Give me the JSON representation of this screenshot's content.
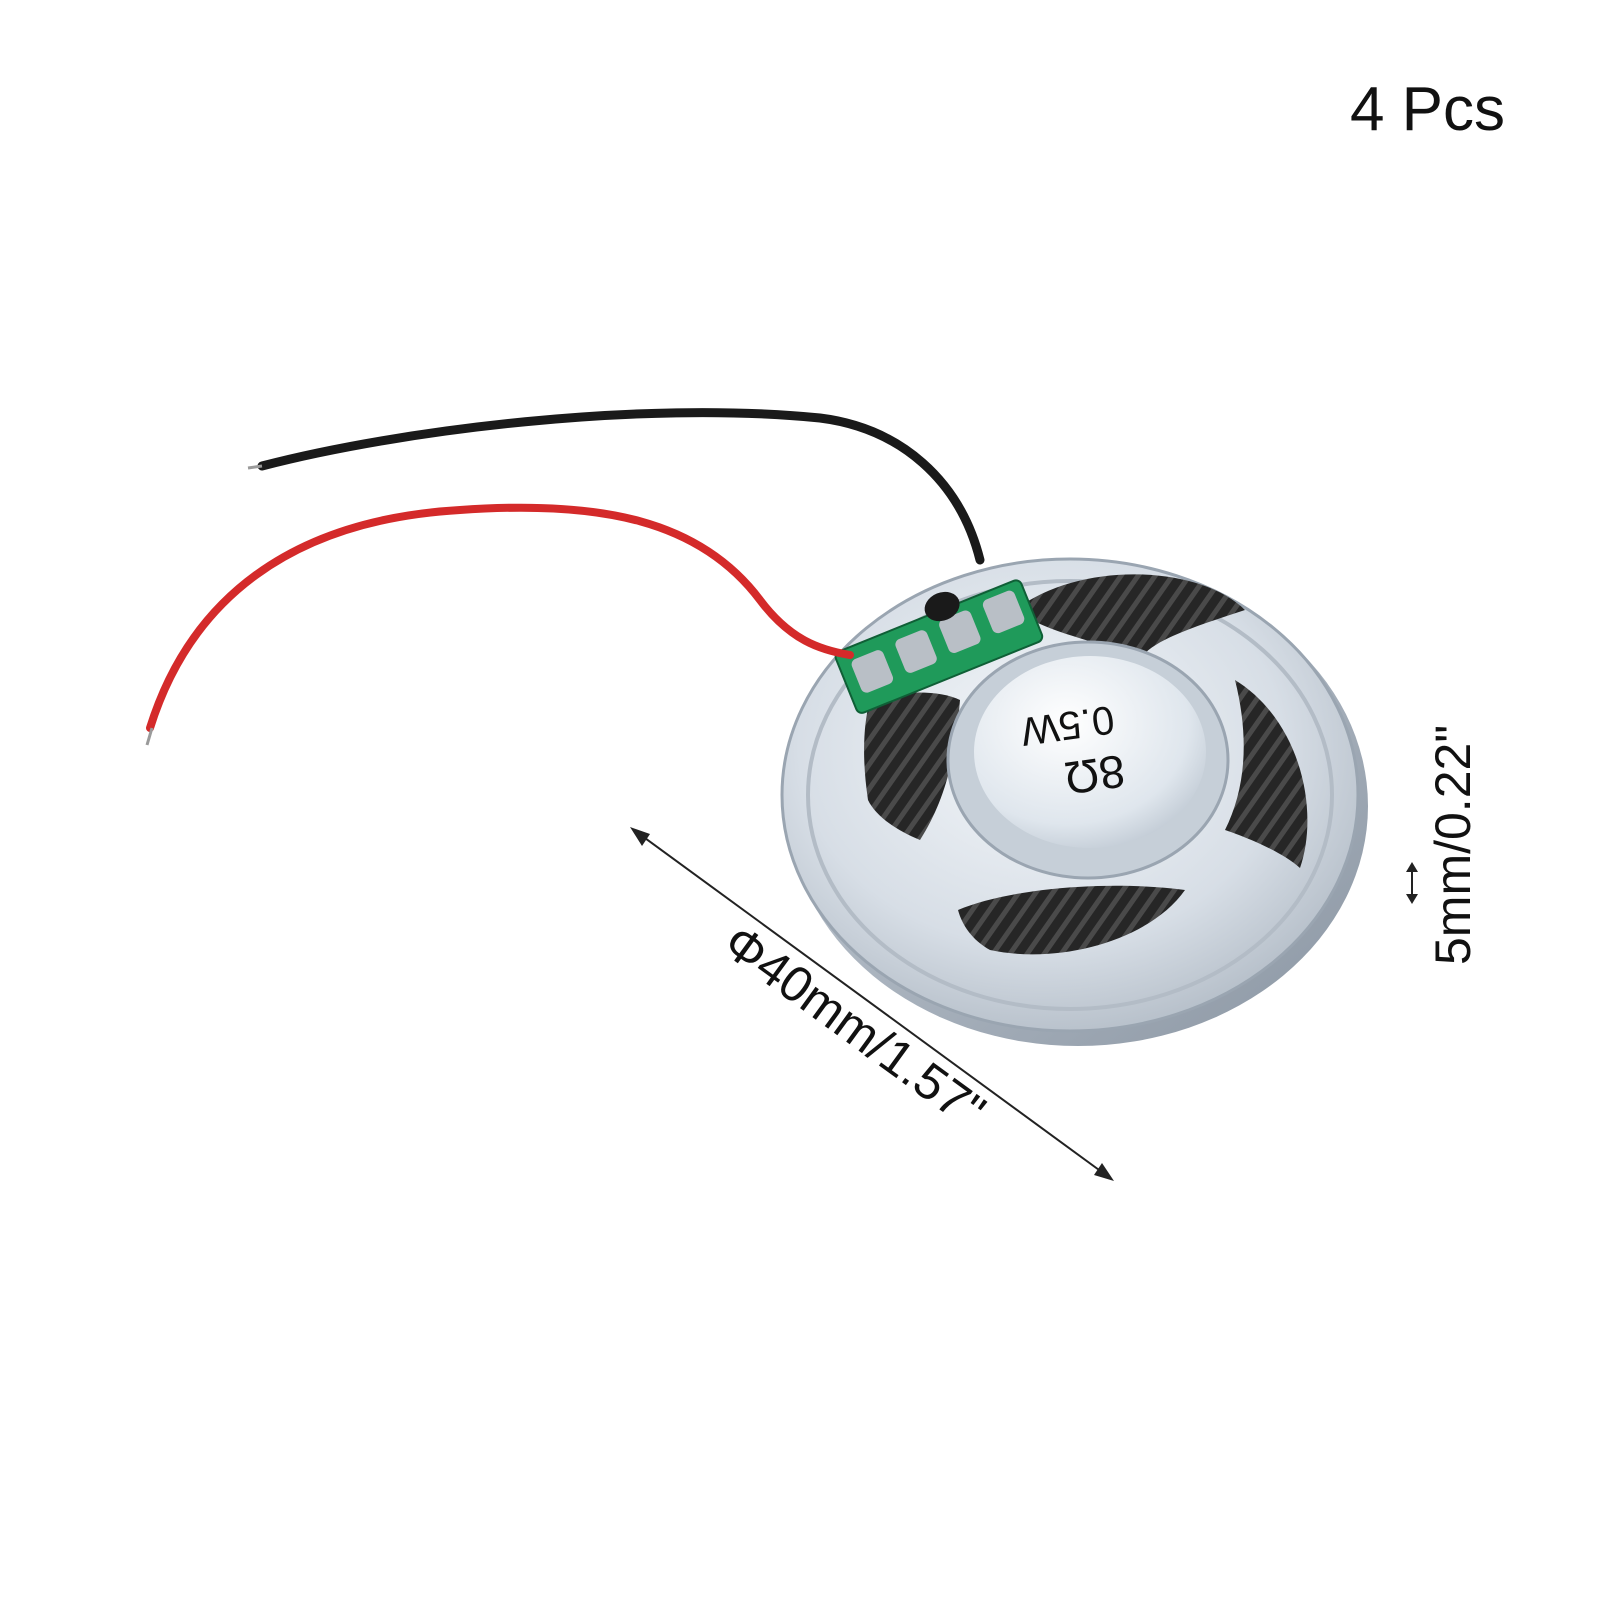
{
  "product": {
    "quantity_label": "4 Pcs",
    "marking_line1": "8Ω",
    "marking_line2": "0.5W"
  },
  "dimensions": {
    "diameter_label": "Φ40mm/1.57\"",
    "thickness_label": "5mm/0.22\""
  },
  "colors": {
    "background": "#ffffff",
    "wire_black": "#1a1a1a",
    "wire_red": "#d42a2a",
    "pcb": "#1f9a5a",
    "metal_frame": "#d3dbe3",
    "cone": "#2a2a2a"
  }
}
